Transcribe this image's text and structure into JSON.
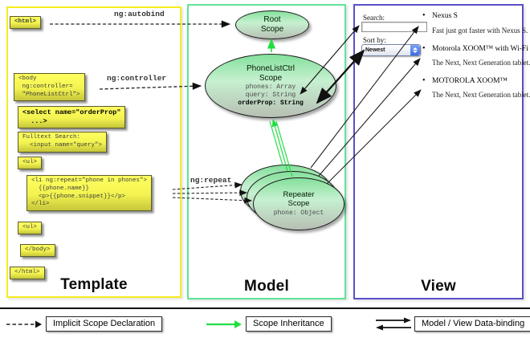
{
  "panels": {
    "template_title": "Template",
    "model_title": "Model",
    "view_title": "View"
  },
  "colors": {
    "template_border": "#f2ee1f",
    "model_border": "#5fe398",
    "view_border": "#5a50c8",
    "scope_inheritance_green": "#21dd42",
    "arrow_black": "#111111"
  },
  "edge_labels": {
    "autobind": "ng:autobind",
    "controller": "ng:controller",
    "repeat": "ng:repeat"
  },
  "template_boxes": {
    "html_open": "<html>",
    "body_open": "<body\n ng:controller=\n \"PhoneListCtrl\">",
    "select": "<select name=\"orderProp\"\n  ...>",
    "fulltext": "Fulltext Search:\n  <input name=\"query\">",
    "ul_open": "<ul>",
    "li": "<li ng:repeat=\"phone in phones\">\n  {{phone.name}}\n  <p>{{phone.snippet}}</p>\n</li>",
    "ul_close": "<ul>",
    "body_close": "</body>",
    "html_close": "</html>"
  },
  "model": {
    "root_scope_title": "Root\nScope",
    "phonelistctrl_title": "PhoneListCtrl\nScope",
    "phonelistctrl_props": "phones: Array\nquery: String",
    "phonelistctrl_prop_bold": "orderProp: String",
    "repeater_title": "Repeater\nScope",
    "repeater_prop": "phone: Object"
  },
  "view": {
    "search_label": "Search:",
    "search_value": "",
    "sort_label": "Sort by:",
    "sort_value": "Newest",
    "items": [
      {
        "title": "Nexus S",
        "desc": "Fast just got faster with Nexus S."
      },
      {
        "title": "Motorola XOOM™ with Wi-Fi",
        "desc": "The Next, Next Generation tablet."
      },
      {
        "title": "MOTOROLA XOOM™",
        "desc": "The Next, Next Generation tablet."
      }
    ]
  },
  "icons": {
    "bullet": "•"
  },
  "legend": {
    "implicit": "Implicit Scope Declaration",
    "inheritance": "Scope Inheritance",
    "binding": "Model / View Data-binding"
  }
}
